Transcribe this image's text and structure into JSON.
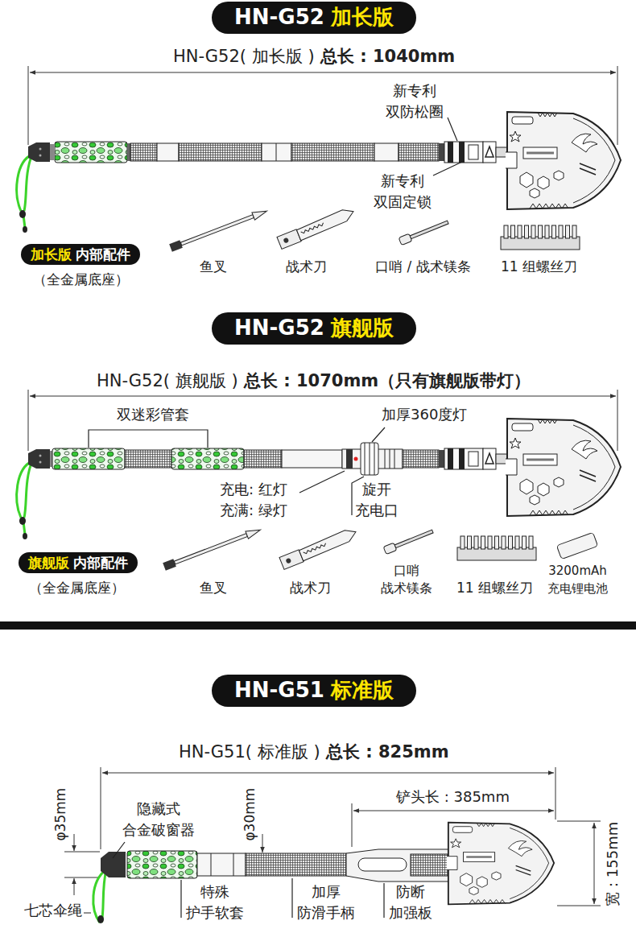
{
  "diagram": {
    "nodes": [
      {
        "text": [
          "HN-G52",
          "加长版"
        ]
      },
      {
        "text": [
          "加长版",
          "内部配件"
        ]
      },
      {
        "text": [
          "HN-G52",
          "旗舰版"
        ]
      },
      {
        "text": [
          "旗舰版",
          "内部配件"
        ]
      },
      {
        "text": [
          "HN-G51",
          "标准版"
        ]
      }
    ],
    "labels": [
      "HN-G52( 加长版 )",
      "总长 : 1040mm",
      "新专利 双防松圈",
      "新专利 双固定锁",
      "（全金属底座）",
      "鱼叉",
      "战术刀",
      "口哨 / 战术镁条",
      "11 组螺丝刀",
      "HN-G52( 旗舰版 )",
      "总长 : 1070mm（只有旗舰版带灯）",
      "双迷彩管套",
      "加厚360度灯",
      "充电: 红灯 充满: 绿灯",
      "旋开 充电口",
      "（全金属底座）",
      "鱼叉",
      "战术刀",
      "口哨 战术镁条",
      "11 组螺丝刀",
      "3200mAh 充电锂电池",
      "HN-G51( 标准版 )",
      "总长 : 825mm",
      "φ35mm",
      "φ30mm",
      "铲头长 : 385mm",
      "宽 : 155mm",
      "隐藏式 合金破窗器",
      "七芯伞绳",
      "特殊 护手软套",
      "加厚 防滑手柄",
      "防断 加强板"
    ]
  }
}
